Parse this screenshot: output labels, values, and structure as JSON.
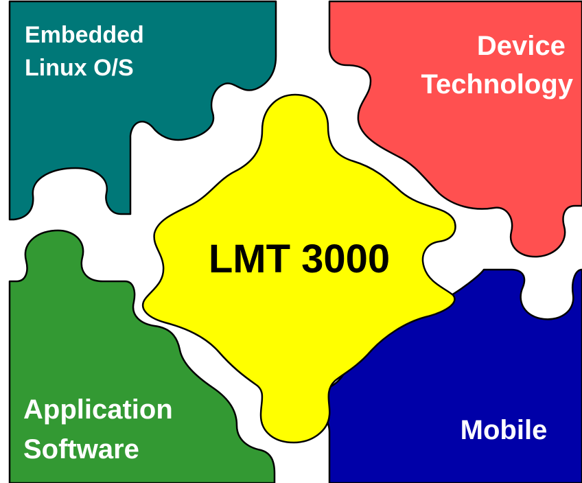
{
  "diagram": {
    "pieces": [
      {
        "id": "top-left",
        "label_lines": [
          "Embedded",
          "Linux O/S"
        ],
        "color": "#007878"
      },
      {
        "id": "top-right",
        "label_lines": [
          "Device",
          "Technology"
        ],
        "color": "#ff5050"
      },
      {
        "id": "bottom-left",
        "label_lines": [
          "Application",
          "Software"
        ],
        "color": "#339933"
      },
      {
        "id": "bottom-right",
        "label_lines": [
          "Mobile"
        ],
        "color": "#0000a8"
      },
      {
        "id": "center",
        "label_lines": [
          "LMT 3000"
        ],
        "color": "#ffff00"
      }
    ]
  }
}
